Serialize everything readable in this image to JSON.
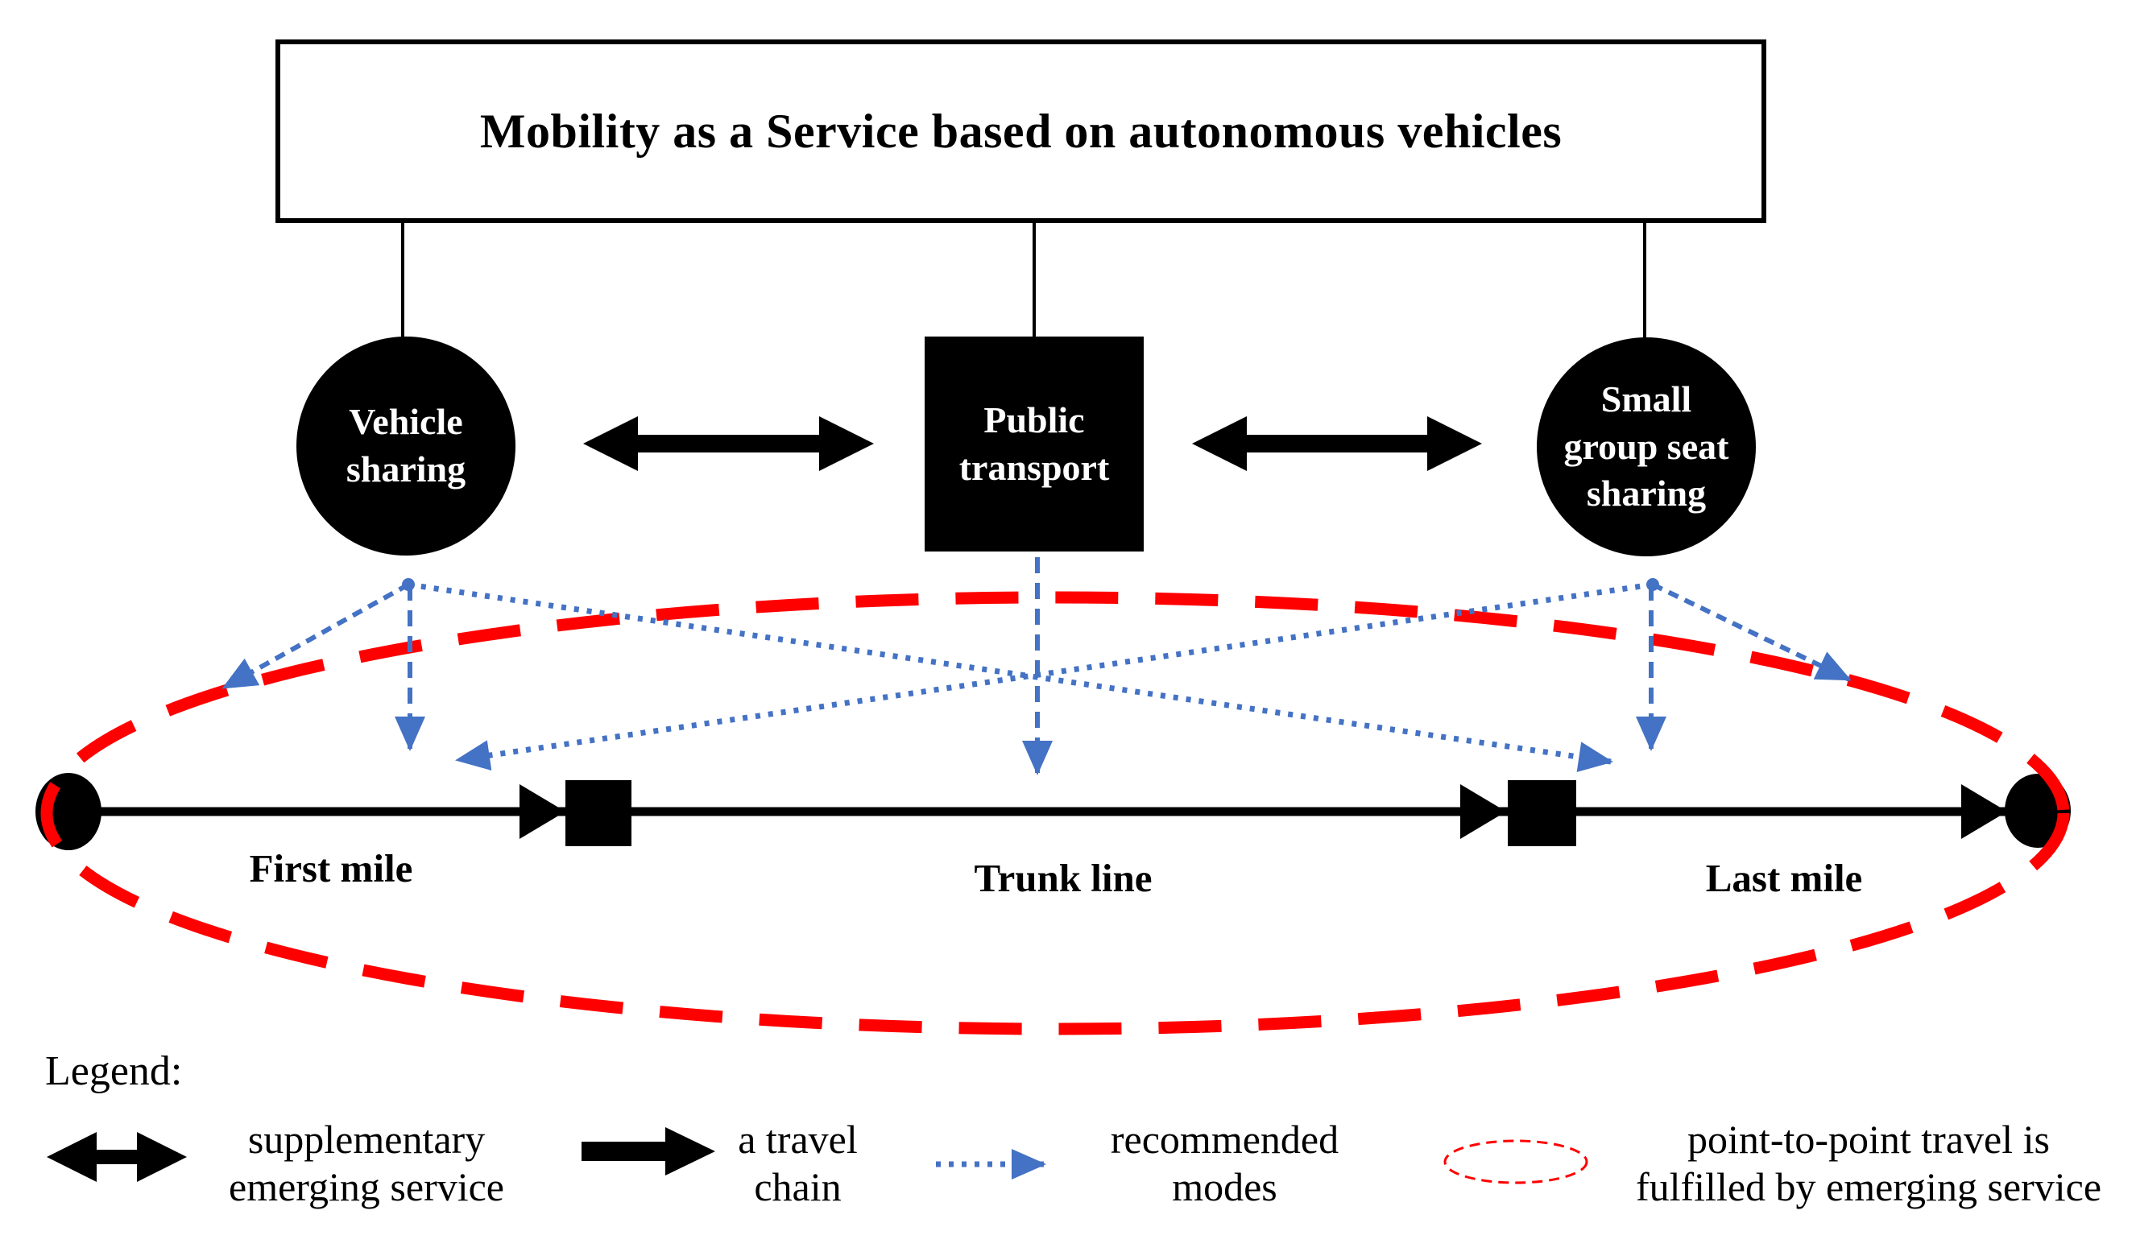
{
  "figure": {
    "title": "Mobility as a Service based on autonomous vehicles",
    "nodes": {
      "vehicle_sharing": "Vehicle\nsharing",
      "public_transport": "Public\ntransport",
      "small_group_seat_sharing": "Small\ngroup seat\nsharing"
    },
    "segments": {
      "first_mile": "First mile",
      "trunk_line": "Trunk line",
      "last_mile": "Last mile"
    },
    "legend": {
      "heading": "Legend:",
      "items": [
        {
          "icon": "double-headed-arrow-icon",
          "label": "supplementary\nemerging service"
        },
        {
          "icon": "solid-arrow-icon",
          "label": "a travel\nchain"
        },
        {
          "icon": "blue-dotted-arrow-icon",
          "label": "recommended\nmodes"
        },
        {
          "icon": "red-dashed-ellipse-icon",
          "label": "point-to-point travel is\nfulfilled by emerging service"
        }
      ]
    },
    "colors": {
      "black": "#000000",
      "recommended_blue": "#4472C4",
      "point_to_point_red": "#FE0000"
    }
  }
}
